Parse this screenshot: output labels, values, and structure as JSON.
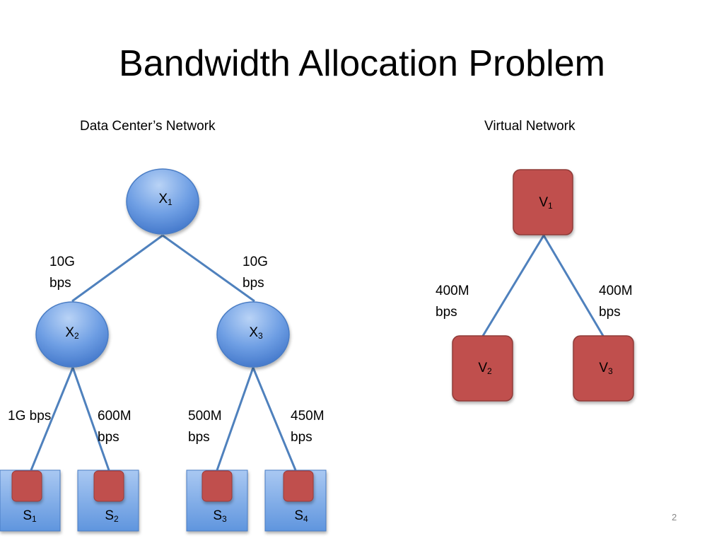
{
  "slide": {
    "title": "Bandwidth Allocation Problem",
    "page_number": "2"
  },
  "datacenter": {
    "heading": "Data Center’s Network",
    "root": {
      "name": "X",
      "sub": "1"
    },
    "switches": [
      {
        "name": "X",
        "sub": "2"
      },
      {
        "name": "X",
        "sub": "3"
      }
    ],
    "servers": [
      {
        "name": "S",
        "sub": "1"
      },
      {
        "name": "S",
        "sub": "2"
      },
      {
        "name": "S",
        "sub": "3"
      },
      {
        "name": "S",
        "sub": "4"
      }
    ],
    "links": {
      "x1_x2": [
        "10G",
        "bps"
      ],
      "x1_x3": [
        "10G",
        "bps"
      ],
      "x2_s1": "1G bps",
      "x2_s2": [
        "600M",
        "bps"
      ],
      "x3_s3": [
        "500M",
        "bps"
      ],
      "x3_s4": [
        "450M",
        "bps"
      ]
    }
  },
  "virtual": {
    "heading": "Virtual Network",
    "root": {
      "name": "V",
      "sub": "1"
    },
    "leaves": [
      {
        "name": "V",
        "sub": "2"
      },
      {
        "name": "V",
        "sub": "3"
      }
    ],
    "links": {
      "v1_v2": [
        "400M",
        "bps"
      ],
      "v1_v3": [
        "400M",
        "bps"
      ]
    }
  },
  "colors": {
    "link": "#4f81bd",
    "node_blue": "#5b8fd9",
    "vm_red": "#c0504d"
  }
}
